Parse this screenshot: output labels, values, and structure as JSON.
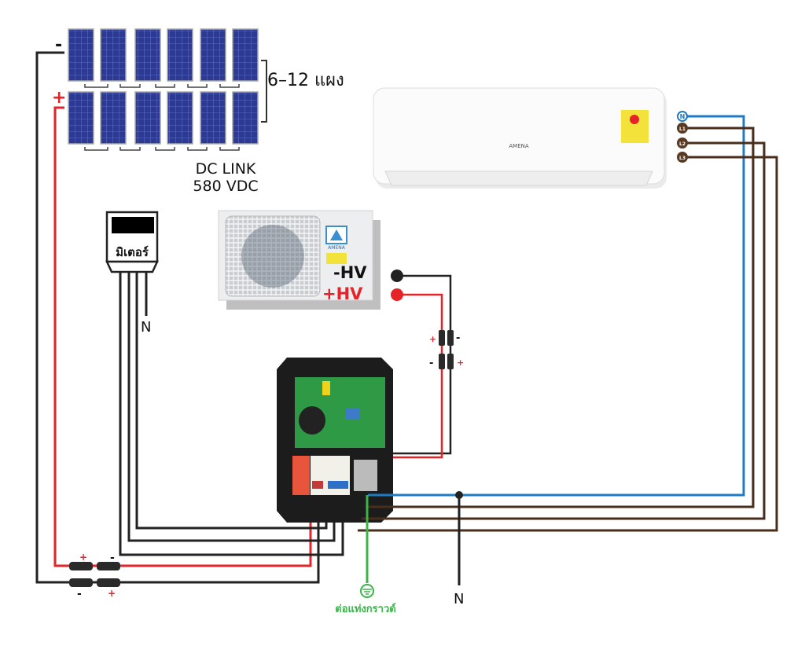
{
  "solar_array": {
    "panel_count_label": "6–12 แผง",
    "dc_link_label": "DC LINK",
    "dc_voltage_label": "580 VDC",
    "negative_label": "-",
    "positive_label": "+",
    "rows": 2,
    "panels_per_row": 6
  },
  "meter": {
    "label": "มิเตอร์",
    "neutral_label": "N"
  },
  "outdoor_unit": {
    "brand": "AMENA",
    "neg_hv_label": "-HV",
    "pos_hv_label": "+HV"
  },
  "indoor_unit": {
    "brand": "AMENA"
  },
  "ac_terminals": [
    {
      "label": "N",
      "color": "#1f7bc4"
    },
    {
      "label": "L1",
      "color": "#5a3a22"
    },
    {
      "label": "L2",
      "color": "#5a3a22"
    },
    {
      "label": "L3",
      "color": "#5a3a22"
    }
  ],
  "dc_connectors": {
    "plus": "+",
    "minus": "-"
  },
  "ground": {
    "label": "ต่อแท่งกราวด์",
    "color": "#3bb54a"
  },
  "neutral_bottom_label": "N",
  "colors": {
    "dc_positive": "#e52329",
    "dc_negative": "#222222",
    "neutral": "#1f7bc4",
    "line": "#4a2e1c",
    "panel": "#2c3a94"
  }
}
